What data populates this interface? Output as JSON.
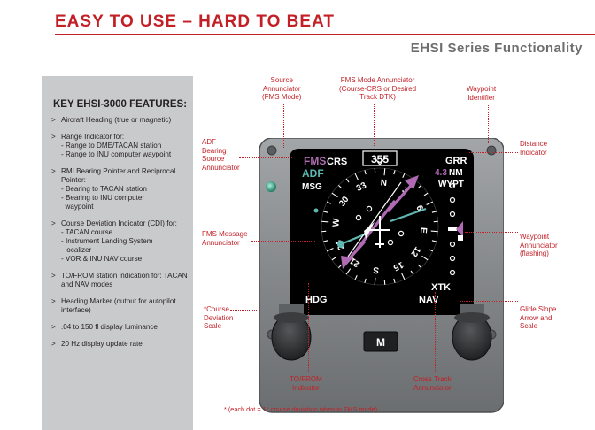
{
  "header": {
    "headline": "EASY TO USE – HARD TO BEAT",
    "subtitle": "EHSI Series Functionality"
  },
  "sidebar": {
    "title": "KEY EHSI-3000 FEATURES:",
    "features": [
      {
        "text": "Aircraft Heading (true or magnetic)",
        "subs": []
      },
      {
        "text": "Range Indicator for:",
        "subs": [
          "- Range to DME/TACAN station",
          "- Range to INU computer waypoint"
        ]
      },
      {
        "text": "RMI Bearing Pointer and Reciprocal Pointer:",
        "subs": [
          "- Bearing to TACAN station",
          "- Bearing to INU computer",
          "  waypoint"
        ]
      },
      {
        "text": "Course Deviation Indicator (CDI) for:",
        "subs": [
          "- TACAN course",
          "- Instrument Landing System",
          "  localizer",
          "- VOR & INU NAV course"
        ]
      },
      {
        "text": "TO/FROM station indication for: TACAN and NAV modes",
        "subs": []
      },
      {
        "text": "Heading Marker (output for autopilot interface)",
        "subs": []
      },
      {
        "text": ".04 to 150 fl display luminance",
        "subs": []
      },
      {
        "text": "20 Hz display update rate",
        "subs": []
      }
    ]
  },
  "display": {
    "source_fms": "FMS",
    "source_crs": "CRS",
    "heading_readout": "355",
    "waypoint_id": "GRR",
    "distance": "4.3",
    "distance_unit": "NM",
    "adf": "ADF",
    "msg": "MSG",
    "wypt": "WYPT",
    "hdg": "HDG",
    "nav": "NAV",
    "xtk": "XTK",
    "mode_button": "M",
    "compass_labels": [
      "N",
      "3",
      "6",
      "E",
      "12",
      "15",
      "S",
      "21",
      "24",
      "W",
      "30",
      "33"
    ],
    "colors": {
      "fms": "#b06ab3",
      "adf": "#5fb7b2",
      "screen": "#000000",
      "bezel": "#8c8f91"
    }
  },
  "callouts": {
    "source": [
      "Source",
      "Annunciator",
      "(FMS Mode)"
    ],
    "fms_mode": [
      "FMS Mode Annunciator",
      "(Course-CRS or Desired",
      "Track DTK)"
    ],
    "waypoint": [
      "Waypoint",
      "Identifier"
    ],
    "adf_bearing": [
      "ADF",
      "Bearing",
      "Source",
      "Annunciator"
    ],
    "distance": [
      "Distance",
      "Indicator"
    ],
    "fms_message": [
      "FMS Message",
      "Annunciator"
    ],
    "waypoint_annunciator": [
      "Waypoint",
      "Annunciator",
      "(flashing)"
    ],
    "course_deviation": [
      "*Course",
      "Deviation",
      "Scale"
    ],
    "glide_slope": [
      "Glide Slope",
      "Arrow and",
      "Scale"
    ],
    "to_from": [
      "TO/FROM",
      "Indicator"
    ],
    "cross_track": [
      "Cross Track",
      "Annunciator"
    ]
  },
  "footnote": "* (each dot = 1° course deviation when in FMS mode)"
}
